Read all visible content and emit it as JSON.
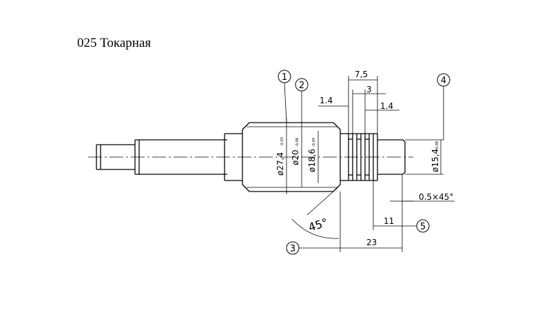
{
  "title": "025 Токарная",
  "dimensions": {
    "d1": "7,5",
    "d2": "3",
    "d3": "1.4",
    "d4": "1.4",
    "d5": "0.5×45°",
    "d6": "11",
    "d7": "23",
    "angle": "45°"
  },
  "diameters": {
    "dia1": "ø27,4",
    "dia1_tol": "-0,03",
    "dia2": "ø20",
    "dia2_tol": "-0,08",
    "dia3": "ø18,6",
    "dia3_tol": "-0,04",
    "dia4": "ø15,4",
    "dia4_tol": "-0,08"
  },
  "callouts": [
    "1",
    "2",
    "3",
    "4",
    "5"
  ]
}
